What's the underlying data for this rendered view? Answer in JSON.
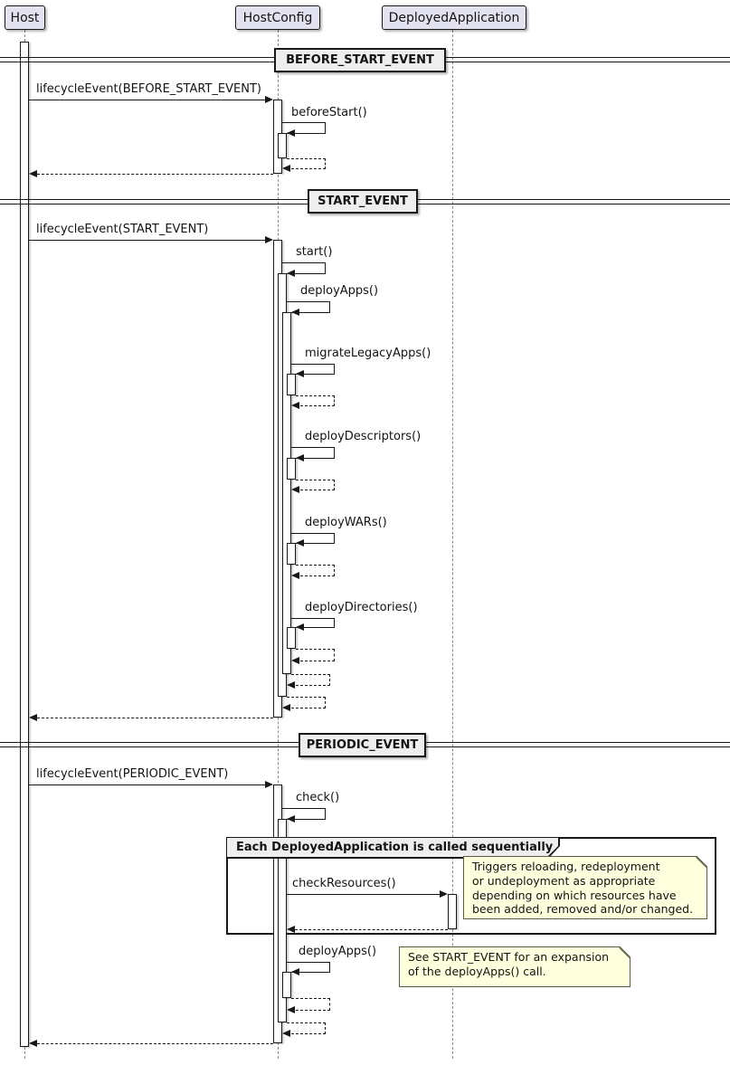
{
  "diagram": {
    "kind": "uml-sequence-diagram",
    "participants": [
      {
        "name": "Host"
      },
      {
        "name": "HostConfig"
      },
      {
        "name": "DeployedApplication"
      }
    ],
    "dividers": [
      {
        "label": "BEFORE_START_EVENT"
      },
      {
        "label": "START_EVENT"
      },
      {
        "label": "PERIODIC_EVENT"
      }
    ],
    "messages": {
      "lifecycle_before_start": "lifecycleEvent(BEFORE_START_EVENT)",
      "before_start": "beforeStart()",
      "lifecycle_start": "lifecycleEvent(START_EVENT)",
      "start": "start()",
      "deploy_apps": "deployApps()",
      "migrate_legacy_apps": "migrateLegacyApps()",
      "deploy_descriptors": "deployDescriptors()",
      "deploy_wars": "deployWARs()",
      "deploy_directories": "deployDirectories()",
      "lifecycle_periodic": "lifecycleEvent(PERIODIC_EVENT)",
      "check": "check()",
      "check_resources": "checkResources()",
      "deploy_apps_periodic": "deployApps()"
    },
    "group_frame": {
      "label": "Each DeployedApplication is called sequentially"
    },
    "notes": {
      "check_resources_note": "Triggers reloading, redeployment\nor undeployment as appropriate\ndepending on which resources have\nbeen added, removed and/or changed.",
      "deploy_apps_note": "See START_EVENT for an expansion\nof the deployApps() call."
    },
    "colors": {
      "participant_fill": "#E2E2F0",
      "participant_border": "#181818",
      "divider_fill": "#EEEEEE",
      "frame_label_fill": "#EEEEEE",
      "note_fill": "#FEFFDD",
      "line": "#181818",
      "lifeline": "#8A8A8A",
      "background": "#FFFFFF"
    }
  }
}
